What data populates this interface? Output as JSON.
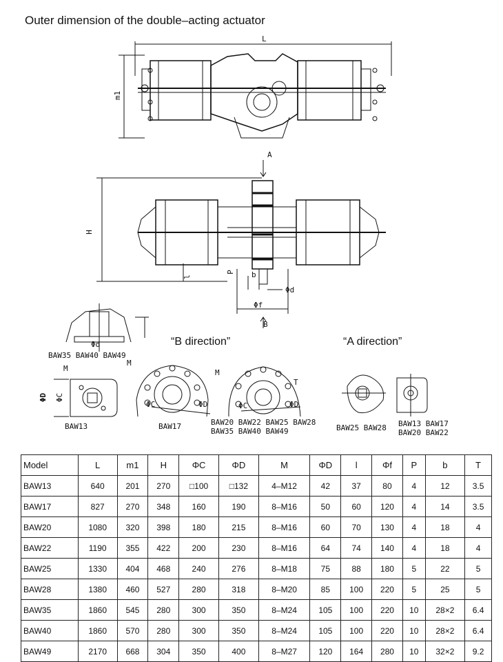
{
  "title": "Outer dimension of the double–acting actuator",
  "drawing": {
    "dims": {
      "L": "L",
      "m1": "m1",
      "H": "H",
      "A": "A",
      "B": "B",
      "P": "P",
      "b": "b",
      "l": "l",
      "phi_d": "Φd",
      "phi_f": "Φf"
    },
    "b_direction": "“B direction”",
    "a_direction": "“A direction”",
    "small_labels": {
      "top_group": "BAW35 BAW40 BAW49",
      "phi_d_small": "Φd",
      "m1_label": "M",
      "m2_label": "M",
      "m3_label": "M",
      "phiD": "ΦD",
      "phiC": "ΦC",
      "baw13": "BAW13",
      "baw17": "BAW17",
      "group3_line1": "BAW20 BAW22 BAW25 BAW28",
      "group3_line2": "BAW35 BAW40 BAW49",
      "group4": "BAW25 BAW28",
      "group5_line1": "BAW13 BAW17",
      "group5_line2": "BAW20 BAW22",
      "phiC2": "ΦC",
      "phiD2": "ΦD",
      "phiC3": "ΦC",
      "phiD3": "ΦD",
      "T": "T"
    }
  },
  "table": {
    "headers": [
      "Model",
      "L",
      "m1",
      "H",
      "ΦC",
      "ΦD",
      "M",
      "ΦD",
      "l",
      "Φf",
      "P",
      "b",
      "T"
    ],
    "rows": [
      [
        "BAW13",
        "640",
        "201",
        "270",
        "□100",
        "□132",
        "4–M12",
        "42",
        "37",
        "80",
        "4",
        "12",
        "3.5"
      ],
      [
        "BAW17",
        "827",
        "270",
        "348",
        "160",
        "190",
        "8–M16",
        "50",
        "60",
        "120",
        "4",
        "14",
        "3.5"
      ],
      [
        "BAW20",
        "1080",
        "320",
        "398",
        "180",
        "215",
        "8–M16",
        "60",
        "70",
        "130",
        "4",
        "18",
        "4"
      ],
      [
        "BAW22",
        "1190",
        "355",
        "422",
        "200",
        "230",
        "8–M16",
        "64",
        "74",
        "140",
        "4",
        "18",
        "4"
      ],
      [
        "BAW25",
        "1330",
        "404",
        "468",
        "240",
        "276",
        "8–M18",
        "75",
        "88",
        "180",
        "5",
        "22",
        "5"
      ],
      [
        "BAW28",
        "1380",
        "460",
        "527",
        "280",
        "318",
        "8–M20",
        "85",
        "100",
        "220",
        "5",
        "25",
        "5"
      ],
      [
        "BAW35",
        "1860",
        "545",
        "280",
        "300",
        "350",
        "8–M24",
        "105",
        "100",
        "220",
        "10",
        "28×2",
        "6.4"
      ],
      [
        "BAW40",
        "1860",
        "570",
        "280",
        "300",
        "350",
        "8–M24",
        "105",
        "100",
        "220",
        "10",
        "28×2",
        "6.4"
      ],
      [
        "BAW49",
        "2170",
        "668",
        "304",
        "350",
        "400",
        "8–M27",
        "120",
        "164",
        "280",
        "10",
        "32×2",
        "9.2"
      ]
    ]
  }
}
